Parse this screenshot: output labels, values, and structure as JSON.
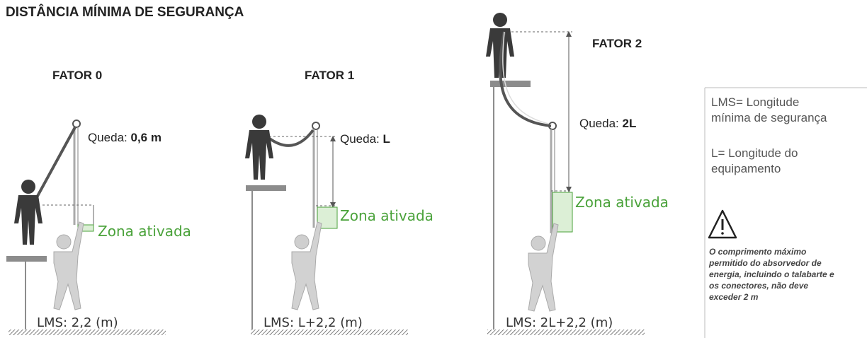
{
  "title": "DISTÂNCIA MÍNIMA DE SEGURANÇA",
  "panels": [
    {
      "factor": "FATOR 0",
      "queda_label": "Queda",
      "queda_value": "0,6 m",
      "zona": "Zona ativada",
      "lms": "LMS: 2,2 (m)"
    },
    {
      "factor": "FATOR 1",
      "queda_label": "Queda",
      "queda_value": "L",
      "zona": "Zona ativada",
      "lms": "LMS: L+2,2 (m)"
    },
    {
      "factor": "FATOR 2",
      "queda_label": "Queda",
      "queda_value": "2L",
      "zona": "Zona ativada",
      "lms": "LMS: 2L+2,2 (m)"
    }
  ],
  "legend": {
    "lms_line1": "LMS= Longitude",
    "lms_line2": "mínima de segurança",
    "l_line1": "L= Longitude do",
    "l_line2": "equipamento",
    "warning_icon": "warning-triangle-icon",
    "note_lines": [
      "O comprimento máximo",
      "permitido do absorvedor de",
      "energia, incluindo o talabarte e",
      "os conectores, não deve",
      "exceder 2 m"
    ]
  },
  "colors": {
    "dark_figure": "#3a3a3a",
    "light_figure": "#c8c8c8",
    "zone_green": "#4aa23a",
    "zone_fill": "#dcefd6"
  }
}
